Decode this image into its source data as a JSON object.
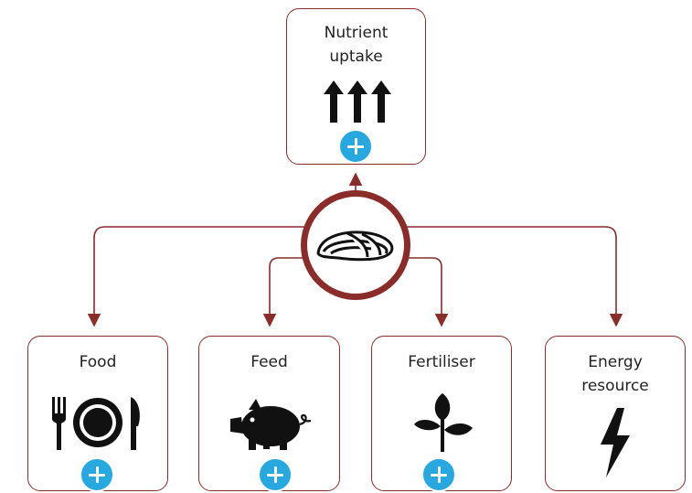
{
  "diagram": {
    "top_box": {
      "label_line1": "Nutrient",
      "label_line2": "uptake",
      "icon": "up-arrows-icon"
    },
    "bottom_boxes": [
      {
        "label_line1": "Food",
        "label_line2": "",
        "icon": "plate-cutlery-icon"
      },
      {
        "label_line1": "Feed",
        "label_line2": "",
        "icon": "pig-icon"
      },
      {
        "label_line1": "Fertiliser",
        "label_line2": "",
        "icon": "plant-icon"
      },
      {
        "label_line1": "Energy",
        "label_line2": "resource",
        "icon": "lightning-icon"
      }
    ],
    "hub_icon": "mussel-icon",
    "colors": {
      "connector": "#8a2c2a",
      "badge": "#28a8e0",
      "icon": "#111111"
    }
  }
}
